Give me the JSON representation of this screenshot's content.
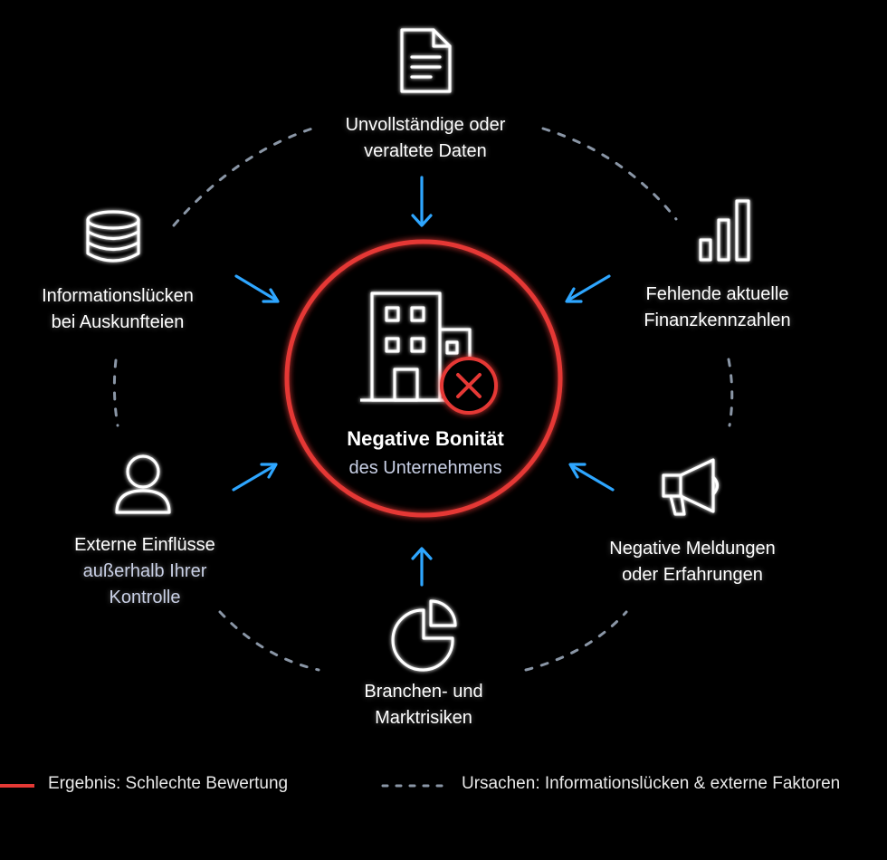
{
  "center": {
    "title": "Negative Bonität",
    "subtitle": "des Unternehmens"
  },
  "causes": {
    "top": {
      "line1": "Unvollständige oder",
      "line2": "veraltete Daten",
      "icon": "document-icon"
    },
    "upper_right": {
      "line1": "Fehlende aktuelle",
      "line2": "Finanzkennzahlen",
      "icon": "bar-chart-icon"
    },
    "lower_right": {
      "line1": "Negative Meldungen",
      "line2": "oder Erfahrungen",
      "icon": "megaphone-icon"
    },
    "bottom": {
      "line1": "Branchen- und",
      "line2": "Marktrisiken",
      "icon": "pie-chart-icon"
    },
    "lower_left": {
      "line1": "Externe Einflüsse",
      "line2": "außerhalb Ihrer",
      "line3": "Kontrolle",
      "icon": "user-icon"
    },
    "upper_left": {
      "line1": "Informationslücken",
      "line2": "bei Auskunfteien",
      "icon": "database-icon"
    }
  },
  "legend": {
    "result": "Ergebnis: Schlechte Bewertung",
    "causes": "Ursachen: Informationslücken & externe Faktoren"
  },
  "colors": {
    "background": "#000000",
    "result_red": "#e53935",
    "arrow_blue": "#2ea6ff",
    "dashed_gray": "#8a96a6",
    "text": "#ffffff",
    "muted_text": "#c9d0e6"
  }
}
